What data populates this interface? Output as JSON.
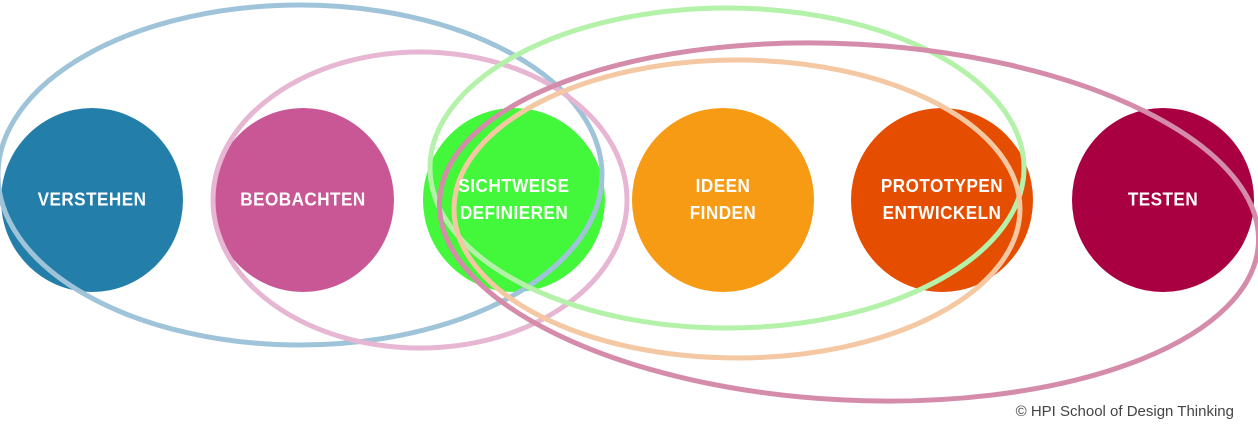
{
  "stages": [
    {
      "lines": [
        "VERSTEHEN"
      ],
      "color": "#237eaa"
    },
    {
      "lines": [
        "BEOBACHTEN"
      ],
      "color": "#c95795"
    },
    {
      "lines": [
        "SICHTWEISE",
        "DEFINIEREN"
      ],
      "color": "#43f73a"
    },
    {
      "lines": [
        "IDEEN",
        "FINDEN"
      ],
      "color": "#f79a14"
    },
    {
      "lines": [
        "PROTOTYPEN",
        "ENTWICKELN"
      ],
      "color": "#e54d00"
    },
    {
      "lines": [
        "TESTEN"
      ],
      "color": "#a80040"
    }
  ],
  "loops": [
    {
      "name": "blue-loop",
      "color": "#9fc4da"
    },
    {
      "name": "pink-loop",
      "color": "#e6b6d2"
    },
    {
      "name": "green-loop",
      "color": "#b4f1a9"
    },
    {
      "name": "orange-loop",
      "color": "#f4c8a2"
    },
    {
      "name": "crimson-loop",
      "color": "#d48caa"
    }
  ],
  "copyright": "© HPI School of Design Thinking"
}
